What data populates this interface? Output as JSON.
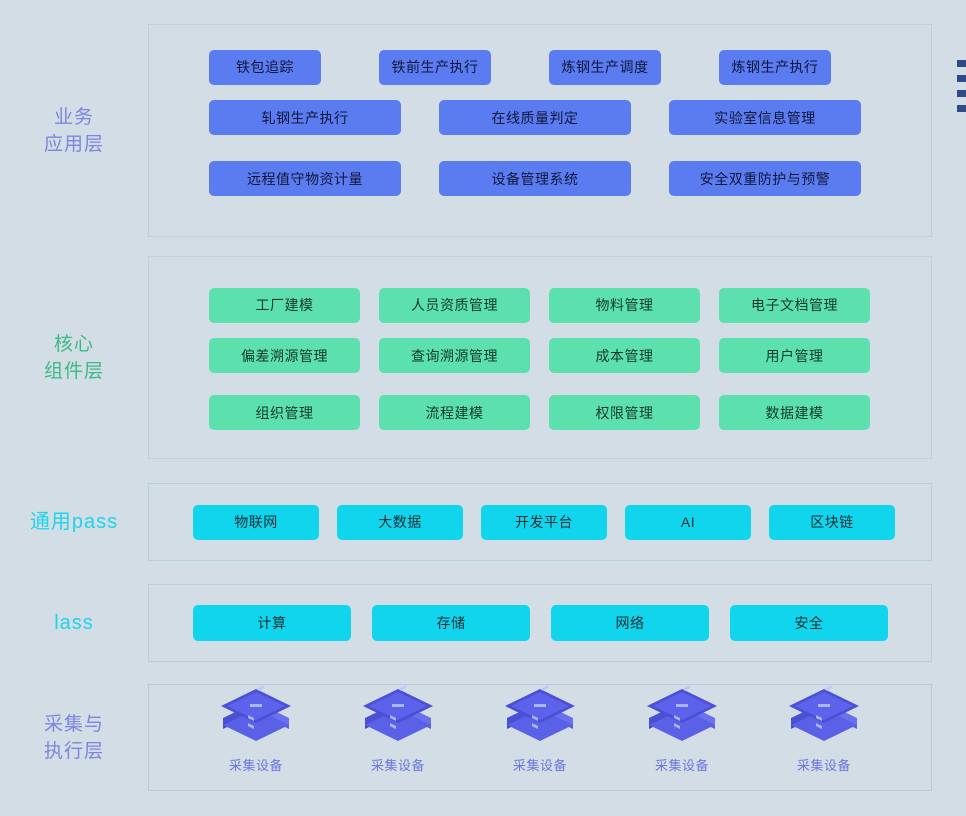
{
  "layers": [
    {
      "id": "business",
      "label_lines": [
        "业务",
        "应用层"
      ],
      "rows": [
        {
          "items": [
            "铁包追踪",
            "铁前生产执行",
            "炼钢生产调度",
            "炼钢生产执行"
          ]
        },
        {
          "items": [
            "轧钢生产执行",
            "在线质量判定",
            "实验室信息管理"
          ]
        },
        {
          "items": [
            "远程值守物资计量",
            "设备管理系统",
            "安全双重防护与预警"
          ]
        }
      ],
      "color": "#5b7bf0"
    },
    {
      "id": "core",
      "label_lines": [
        "核心",
        "组件层"
      ],
      "rows": [
        {
          "items": [
            "工厂建模",
            "人员资质管理",
            "物料管理",
            "电子文档管理"
          ]
        },
        {
          "items": [
            "偏差溯源管理",
            "查询溯源管理",
            "成本管理",
            "用户管理"
          ]
        },
        {
          "items": [
            "组织管理",
            "流程建模",
            "权限管理",
            "数据建模"
          ]
        }
      ],
      "color": "#5ce0ad"
    },
    {
      "id": "paas",
      "label_lines": [
        "通用pass"
      ],
      "rows": [
        {
          "items": [
            "物联网",
            "大数据",
            "开发平台",
            "AI",
            "区块链"
          ]
        }
      ],
      "color": "#11d5ec"
    },
    {
      "id": "iaas",
      "label_lines": [
        "lass"
      ],
      "rows": [
        {
          "items": [
            "计算",
            "存储",
            "网络",
            "安全"
          ]
        }
      ],
      "color": "#11d5ec"
    },
    {
      "id": "edge",
      "label_lines": [
        "采集与",
        "执行层"
      ],
      "devices": [
        {
          "label": "采集设备",
          "icon": "device-cube-icon"
        },
        {
          "label": "采集设备",
          "icon": "device-cube-icon"
        },
        {
          "label": "采集设备",
          "icon": "device-cube-icon"
        },
        {
          "label": "采集设备",
          "icon": "device-cube-icon"
        },
        {
          "label": "采集设备",
          "icon": "device-cube-icon"
        }
      ],
      "color": "#6a78dd"
    }
  ],
  "decor": {
    "edge_dots_count": 4,
    "edge_dot_color": "#2e4b87"
  },
  "theme": {
    "background": "#d3dde5",
    "panel_border": "#bfd0d8",
    "business_chip": "#5b7bf0",
    "core_chip": "#5ce0ad",
    "platform_chip": "#11d5ec",
    "business_label": "#7b86e0",
    "core_label": "#3dba86",
    "platform_label": "#1ed4ea",
    "edge_label": "#7b86e0"
  }
}
